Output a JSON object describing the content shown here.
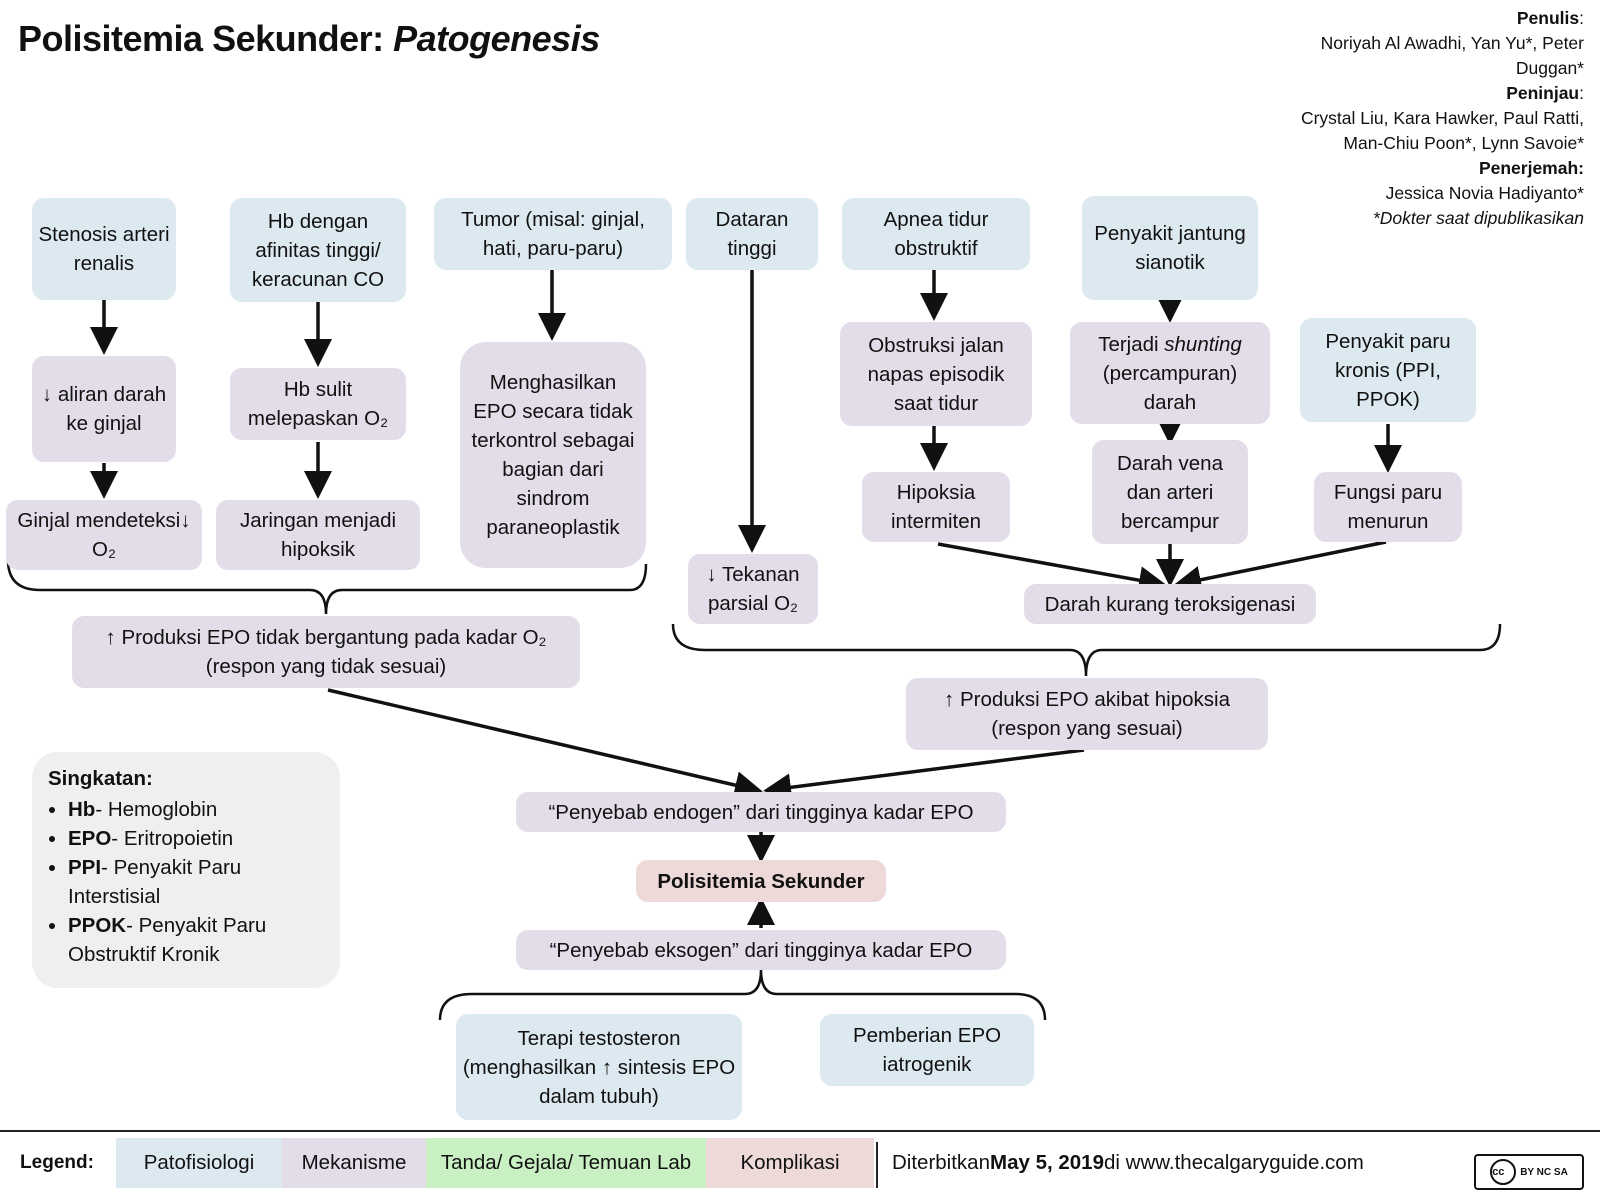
{
  "title": {
    "main": "Polisitemia Sekunder:",
    "sub": "Patogenesis"
  },
  "credits": {
    "author_label": "Penulis",
    "authors": "Noriyah Al Awadhi, Yan Yu*, Peter Duggan*",
    "reviewer_label": "Peninjau",
    "reviewers": "Crystal Liu, Kara Hawker, Paul Ratti, Man-Chiu Poon*, Lynn Savoie*",
    "translator_label": "Penerjemah:",
    "translator": "Jessica Novia Hadiyanto*",
    "note": "*Dokter saat dipublikasikan"
  },
  "nodes": {
    "stenosis": "Stenosis arteri renalis",
    "aliran": "↓ aliran darah ke ginjal",
    "ginjal_deteksi": "Ginjal mendeteksi↓ O₂",
    "hb_afinitas": "Hb dengan afinitas tinggi/ keracunan CO",
    "hb_sulit": "Hb sulit melepaskan O₂",
    "jaringan": "Jaringan menjadi hipoksik",
    "tumor": "Tumor (misal: ginjal, hati, paru-paru)",
    "epo_tumor": "Menghasilkan EPO secara tidak terkontrol sebagai bagian dari sindrom paraneoplastik",
    "dataran": "Dataran tinggi",
    "tekanan": "↓ Tekanan parsial O₂",
    "apnea": "Apnea tidur obstruktif",
    "obstruksi": "Obstruksi jalan napas episodik saat tidur",
    "hipoksia_int": "Hipoksia intermiten",
    "jantung": "Penyakit jantung sianotik",
    "shunting_pre": "Terjadi ",
    "shunting_em": "shunting",
    "shunting_post": " (percampuran) darah",
    "darah_vena": "Darah vena dan arteri bercampur",
    "paru": "Penyakit paru kronis (PPI, PPOK)",
    "fungsi_paru": "Fungsi paru menurun",
    "kurang_oksigen": "Darah kurang teroksigenasi",
    "epo_tidak_sesuai": "↑ Produksi EPO tidak bergantung pada kadar O₂ (respon yang tidak sesuai)",
    "epo_sesuai": "↑ Produksi EPO akibat hipoksia (respon yang sesuai)",
    "endogen": "“Penyebab endogen” dari tingginya kadar EPO",
    "polisitemia": "Polisitemia Sekunder",
    "eksogen": "“Penyebab eksogen” dari tingginya kadar EPO",
    "testosteron": "Terapi testosteron (menghasilkan ↑ sintesis EPO dalam tubuh)",
    "epo_iatrogenik": "Pemberian EPO iatrogenik"
  },
  "abbreviations": {
    "heading": "Singkatan:",
    "items": [
      {
        "term": "Hb",
        "desc": "- Hemoglobin"
      },
      {
        "term": "EPO",
        "desc": "- Eritropoietin"
      },
      {
        "term": "PPI",
        "desc": "- Penyakit Paru Interstisial"
      },
      {
        "term": "PPOK",
        "desc": "- Penyakit Paru Obstruktif Kronik"
      }
    ]
  },
  "legend": {
    "label": "Legend:",
    "items": [
      "Patofisiologi",
      "Mekanisme",
      "Tanda/ Gejala/ Temuan Lab",
      "Komplikasi"
    ],
    "colors": [
      "#dde9f0",
      "#e3dde9",
      "#c9f0c3",
      "#ecd9d8"
    ],
    "published_pre": "Diterbitkan ",
    "published_date": "May 5, 2019",
    "published_post": " di www.thecalgaryguide.com",
    "license": "BY NC SA"
  }
}
